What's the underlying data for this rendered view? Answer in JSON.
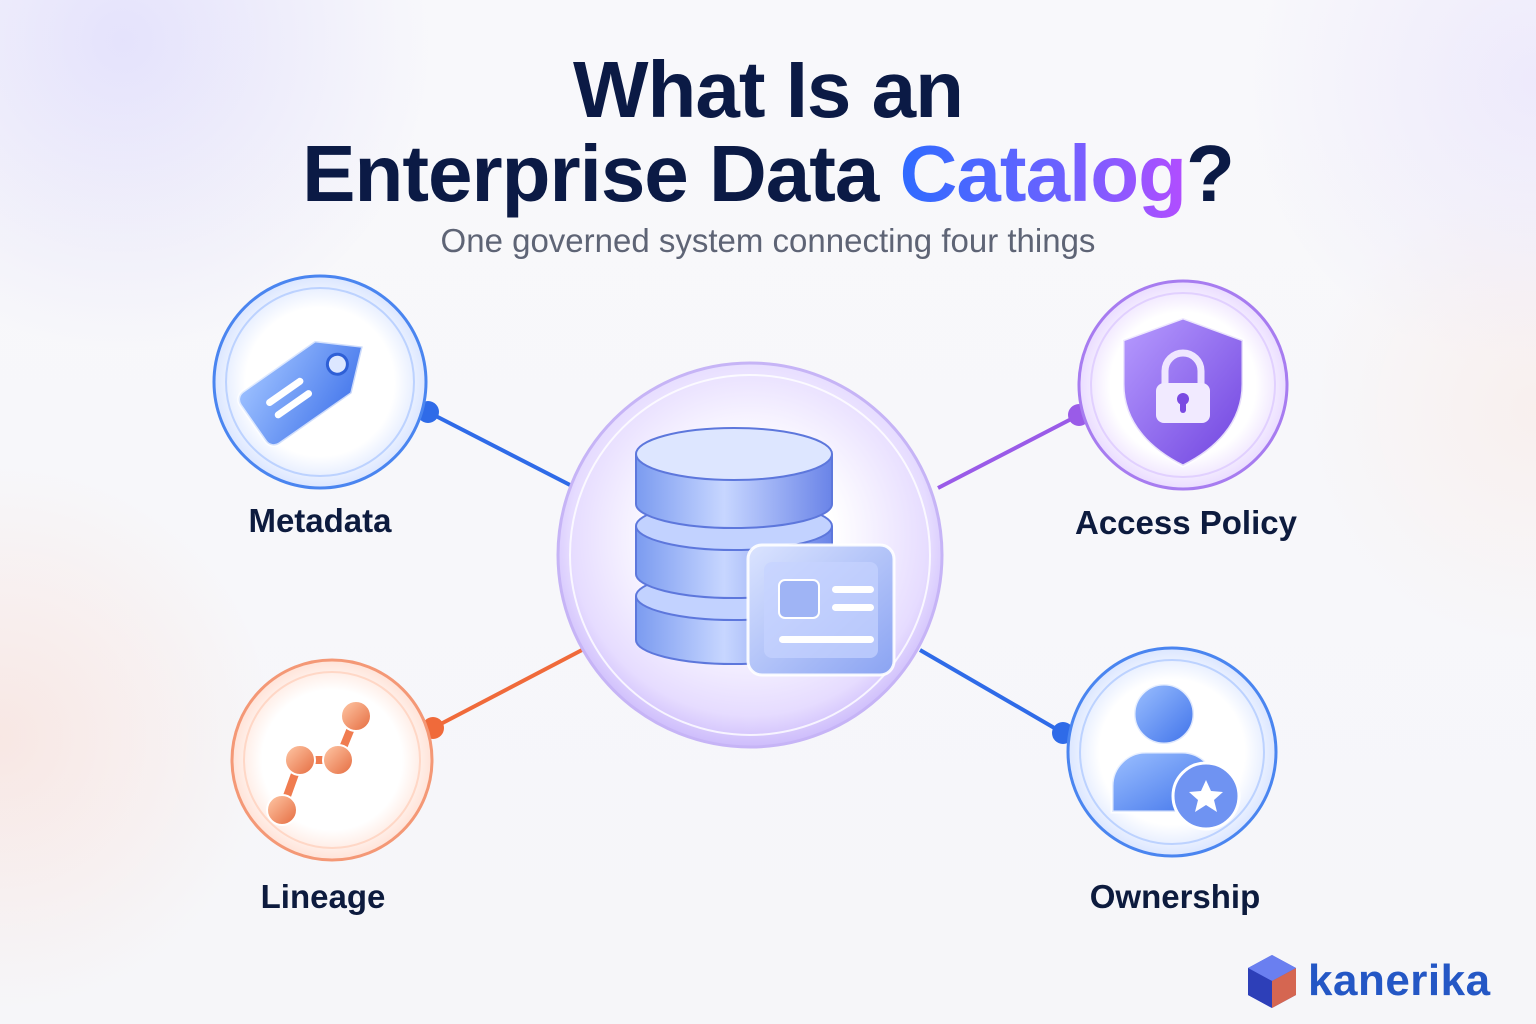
{
  "heading": {
    "line1": "What Is an",
    "line2_prefix": "Enterprise Data ",
    "line2_accent": "Catalog",
    "line2_suffix": "?"
  },
  "subtitle": "One governed system connecting four things",
  "nodes": {
    "metadata": {
      "label": "Metadata",
      "color": "#3f7df0"
    },
    "lineage": {
      "label": "Lineage",
      "color": "#f26a3e"
    },
    "access_policy": {
      "label": "Access Policy",
      "color": "#8a55e6"
    },
    "ownership": {
      "label": "Ownership",
      "color": "#2f6be8"
    }
  },
  "center": {
    "icon": "database-catalog-icon",
    "color": "#a88cf5"
  },
  "icons": {
    "metadata": "tag-icon",
    "lineage": "lineage-graph-icon",
    "access_policy": "shield-lock-icon",
    "ownership": "user-star-icon"
  },
  "logo": {
    "text": "kanerika",
    "color": "#2457c5"
  }
}
